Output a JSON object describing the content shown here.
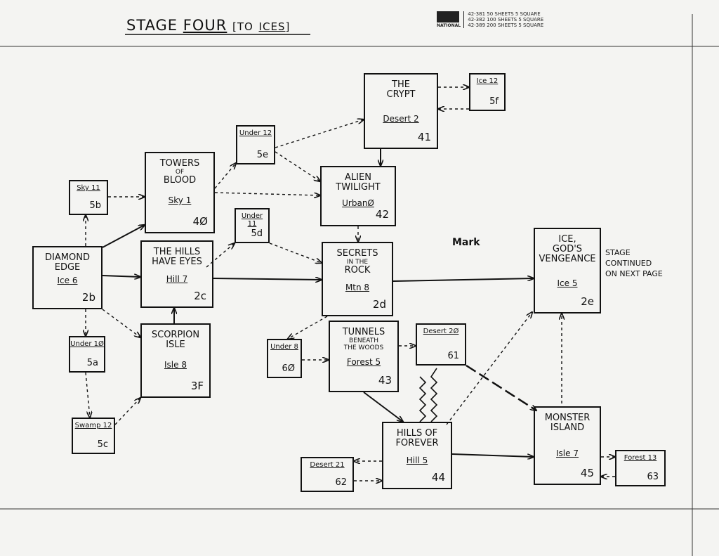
{
  "title": {
    "prefix": "STAGE",
    "word": "FOUR",
    "bracket_a": "[TO",
    "bracket_b": "ICES",
    "bracket_close": "]"
  },
  "stamp": {
    "line1": "42-381 50 SHEETS 5 SQUARE",
    "line2": "42-382 100 SHEETS 5 SQUARE",
    "line3": "42-389 200 SHEETS 5 SQUARE",
    "brand": "NATIONAL"
  },
  "mark_label": "Mark",
  "stage_note": {
    "l1": "STAGE",
    "l2": "CONTINUED",
    "l3": "ON NEXT PAGE"
  },
  "nodes": {
    "crypt": {
      "l1": "THE",
      "l2": "CRYPT",
      "zone": "Desert 2",
      "num": "41"
    },
    "towers": {
      "l1": "TOWERS",
      "l2": "OF",
      "l3": "BLOOD",
      "zone": "Sky 1",
      "num": "4Ø"
    },
    "alien": {
      "l1": "ALIEN",
      "l2": "TWILIGHT",
      "zone": "UrbanØ",
      "num": "42"
    },
    "hills_eyes": {
      "l1": "THE HILLS",
      "l2": "HAVE EYES",
      "zone": "Hill 7",
      "num": "2c"
    },
    "secrets": {
      "l1": "SECRETS",
      "l2": "IN THE",
      "l3": "ROCK",
      "zone": "Mtn 8",
      "num": "2d"
    },
    "diamond": {
      "l1": "DIAMOND",
      "l2": "EDGE",
      "zone": "Ice 6",
      "num": "2b"
    },
    "ice_gods": {
      "l1": "ICE,",
      "l2": "GOD'S",
      "l3": "VENGEANCE",
      "zone": "Ice 5",
      "num": "2e"
    },
    "scorpion": {
      "l1": "SCORPION",
      "l2": "ISLE",
      "zone": "Isle 8",
      "num": "3F"
    },
    "tunnels": {
      "l1": "TUNNELS",
      "l2": "BENEATH",
      "l3": "THE WOODS",
      "zone": "Forest 5",
      "num": "43"
    },
    "hills_forever": {
      "l1": "HILLS OF",
      "l2": "FOREVER",
      "zone": "Hill 5",
      "num": "44"
    },
    "monster": {
      "l1": "MONSTER",
      "l2": "ISLAND",
      "zone": "Isle 7",
      "num": "45"
    },
    "ice12": {
      "zone": "Ice 12",
      "num": "5f"
    },
    "under12": {
      "zone": "Under 12",
      "num": "5e"
    },
    "sky11": {
      "zone": "Sky 11",
      "num": "5b"
    },
    "under11": {
      "zone": "Under 11",
      "num": "5d"
    },
    "under10": {
      "zone": "Under 1Ø",
      "num": "5a"
    },
    "swamp12": {
      "zone": "Swamp 12",
      "num": "5c"
    },
    "under8": {
      "zone": "Under 8",
      "num": "6Ø"
    },
    "desert20": {
      "zone": "Desert 2Ø",
      "num": "61"
    },
    "desert21": {
      "zone": "Desert 21",
      "num": "62"
    },
    "forest13": {
      "zone": "Forest 13",
      "num": "63"
    }
  }
}
